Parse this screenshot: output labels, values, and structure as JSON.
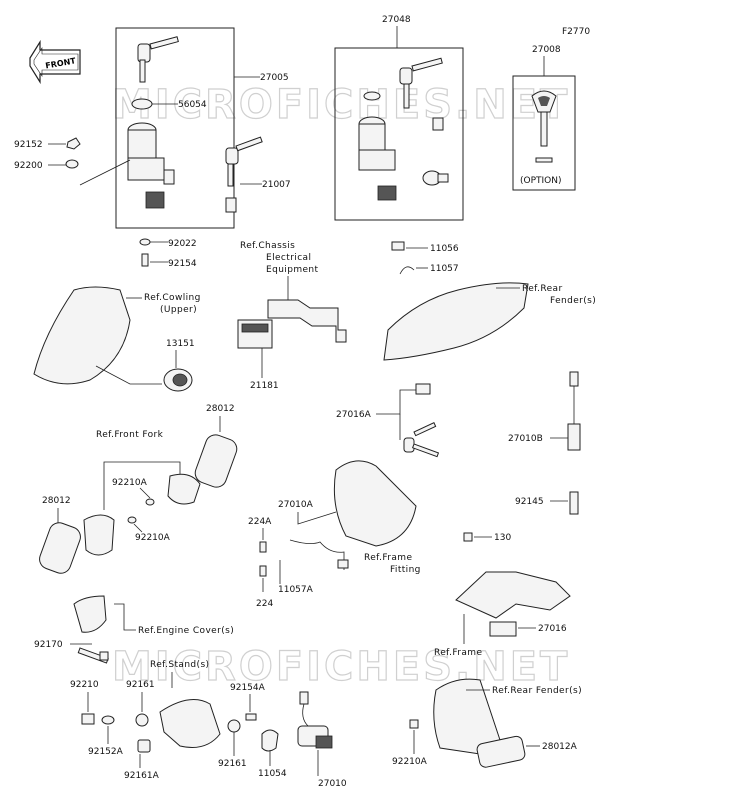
{
  "diagram_code": "F2770",
  "front_label": "FRONT",
  "watermark": "MICROFICHES.NET",
  "option_label": "(OPTION)",
  "parts": {
    "p27048": "27048",
    "p27008": "27008",
    "p27005": "27005",
    "p56054": "56054",
    "p92152": "92152",
    "p92200": "92200",
    "p21007": "21007",
    "p92022": "92022",
    "p92154": "92154",
    "p11056": "11056",
    "p11057": "11057",
    "p13151": "13151",
    "p21181": "21181",
    "p27016A": "27016A",
    "p28012_top": "28012",
    "p28012_left": "28012",
    "p92210A_1": "92210A",
    "p92210A_2": "92210A",
    "p27010B": "27010B",
    "p27010A": "27010A",
    "p224A": "224A",
    "p224": "224",
    "p11057A": "11057A",
    "p92145": "92145",
    "p130": "130",
    "p92170": "92170",
    "p27016": "27016",
    "p92210": "92210",
    "p92161_1": "92161",
    "p92154A": "92154A",
    "p92152A": "92152A",
    "p92161A": "92161A",
    "p92161_2": "92161",
    "p11054": "11054",
    "p27010": "27010",
    "p92210A_3": "92210A",
    "p28012A": "28012A"
  },
  "refs": {
    "chassis_1": "Ref.Chassis",
    "chassis_2": "Electrical",
    "chassis_3": "Equipment",
    "cowling_1": "Ref.Cowling",
    "cowling_2": "(Upper)",
    "rear_fender_1": "Ref.Rear",
    "rear_fender_2": "Fender(s)",
    "front_fork": "Ref.Front Fork",
    "frame_fitting_1": "Ref.Frame",
    "frame_fitting_2": "Fitting",
    "engine_cover": "Ref.Engine Cover(s)",
    "stand": "Ref.Stand(s)",
    "frame": "Ref.Frame",
    "rear_fender_full": "Ref.Rear Fender(s)"
  }
}
